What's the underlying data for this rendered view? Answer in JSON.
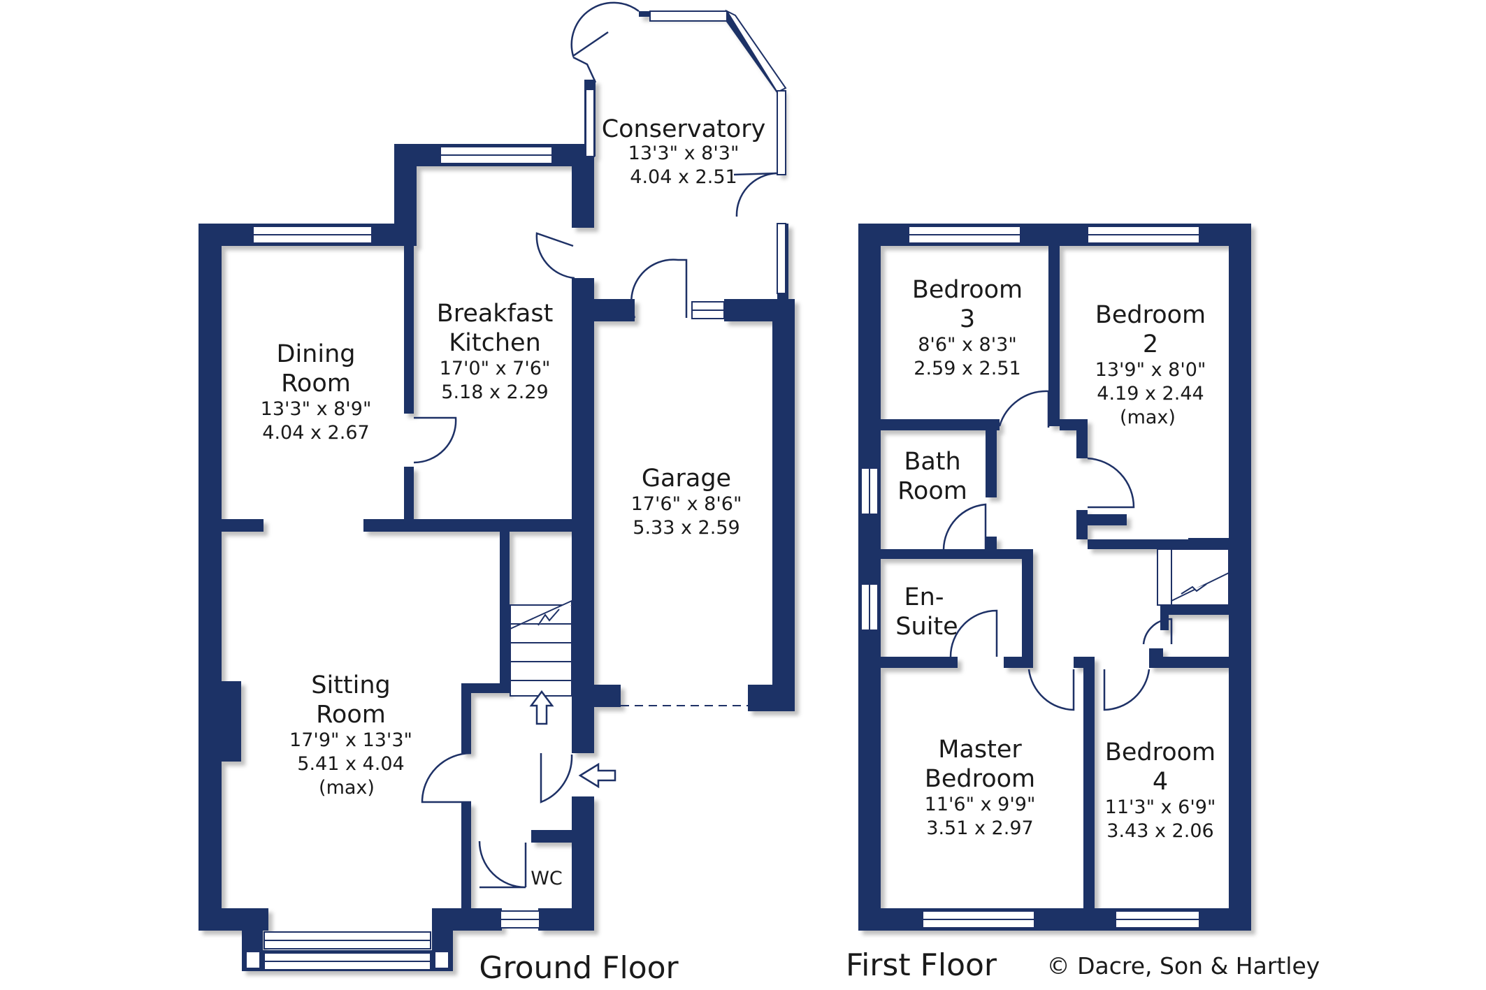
{
  "rooms": {
    "conservatory": {
      "name": [
        "Conservatory"
      ],
      "dims": [
        "13'3\"  x  8'3\"",
        "4.04  x  2.51"
      ]
    },
    "breakfast_kitchen": {
      "name": [
        "Breakfast",
        "Kitchen"
      ],
      "dims": [
        "17'0\"  x  7'6\"",
        "5.18  x  2.29"
      ]
    },
    "dining_room": {
      "name": [
        "Dining",
        "Room"
      ],
      "dims": [
        "13'3\"  x  8'9\"",
        "4.04  x  2.67"
      ]
    },
    "garage": {
      "name": [
        "Garage"
      ],
      "dims": [
        "17'6\"  x  8'6\"",
        "5.33  x  2.59"
      ]
    },
    "sitting_room": {
      "name": [
        "Sitting",
        "Room"
      ],
      "dims": [
        "17'9\"  x  13'3\"",
        "5.41  x  4.04",
        "(max)"
      ]
    },
    "wc": {
      "name": [
        "WC"
      ],
      "dims": []
    },
    "bedroom_3": {
      "name": [
        "Bedroom",
        "3"
      ],
      "dims": [
        "8'6\"  x  8'3\"",
        "2.59  x  2.51"
      ]
    },
    "bedroom_2": {
      "name": [
        "Bedroom",
        "2"
      ],
      "dims": [
        "13'9\"  x  8'0\"",
        "4.19  x  2.44",
        "(max)"
      ]
    },
    "bath_room": {
      "name": [
        "Bath",
        "Room"
      ],
      "dims": []
    },
    "en_suite": {
      "name": [
        "En-",
        "Suite"
      ],
      "dims": []
    },
    "master_bedroom": {
      "name": [
        "Master",
        "Bedroom"
      ],
      "dims": [
        "11'6\"  x  9'9\"",
        "3.51  x  2.97"
      ]
    },
    "bedroom_4": {
      "name": [
        "Bedroom",
        "4"
      ],
      "dims": [
        "11'3\"  x  6'9\"",
        "3.43  x  2.06"
      ]
    }
  },
  "floors": {
    "ground": "Ground Floor",
    "first": "First Floor"
  },
  "copyright": "© Dacre, Son & Hartley",
  "colors": {
    "wall": "#1e3166",
    "background": "#ffffff",
    "text": "#1a1a1a"
  }
}
